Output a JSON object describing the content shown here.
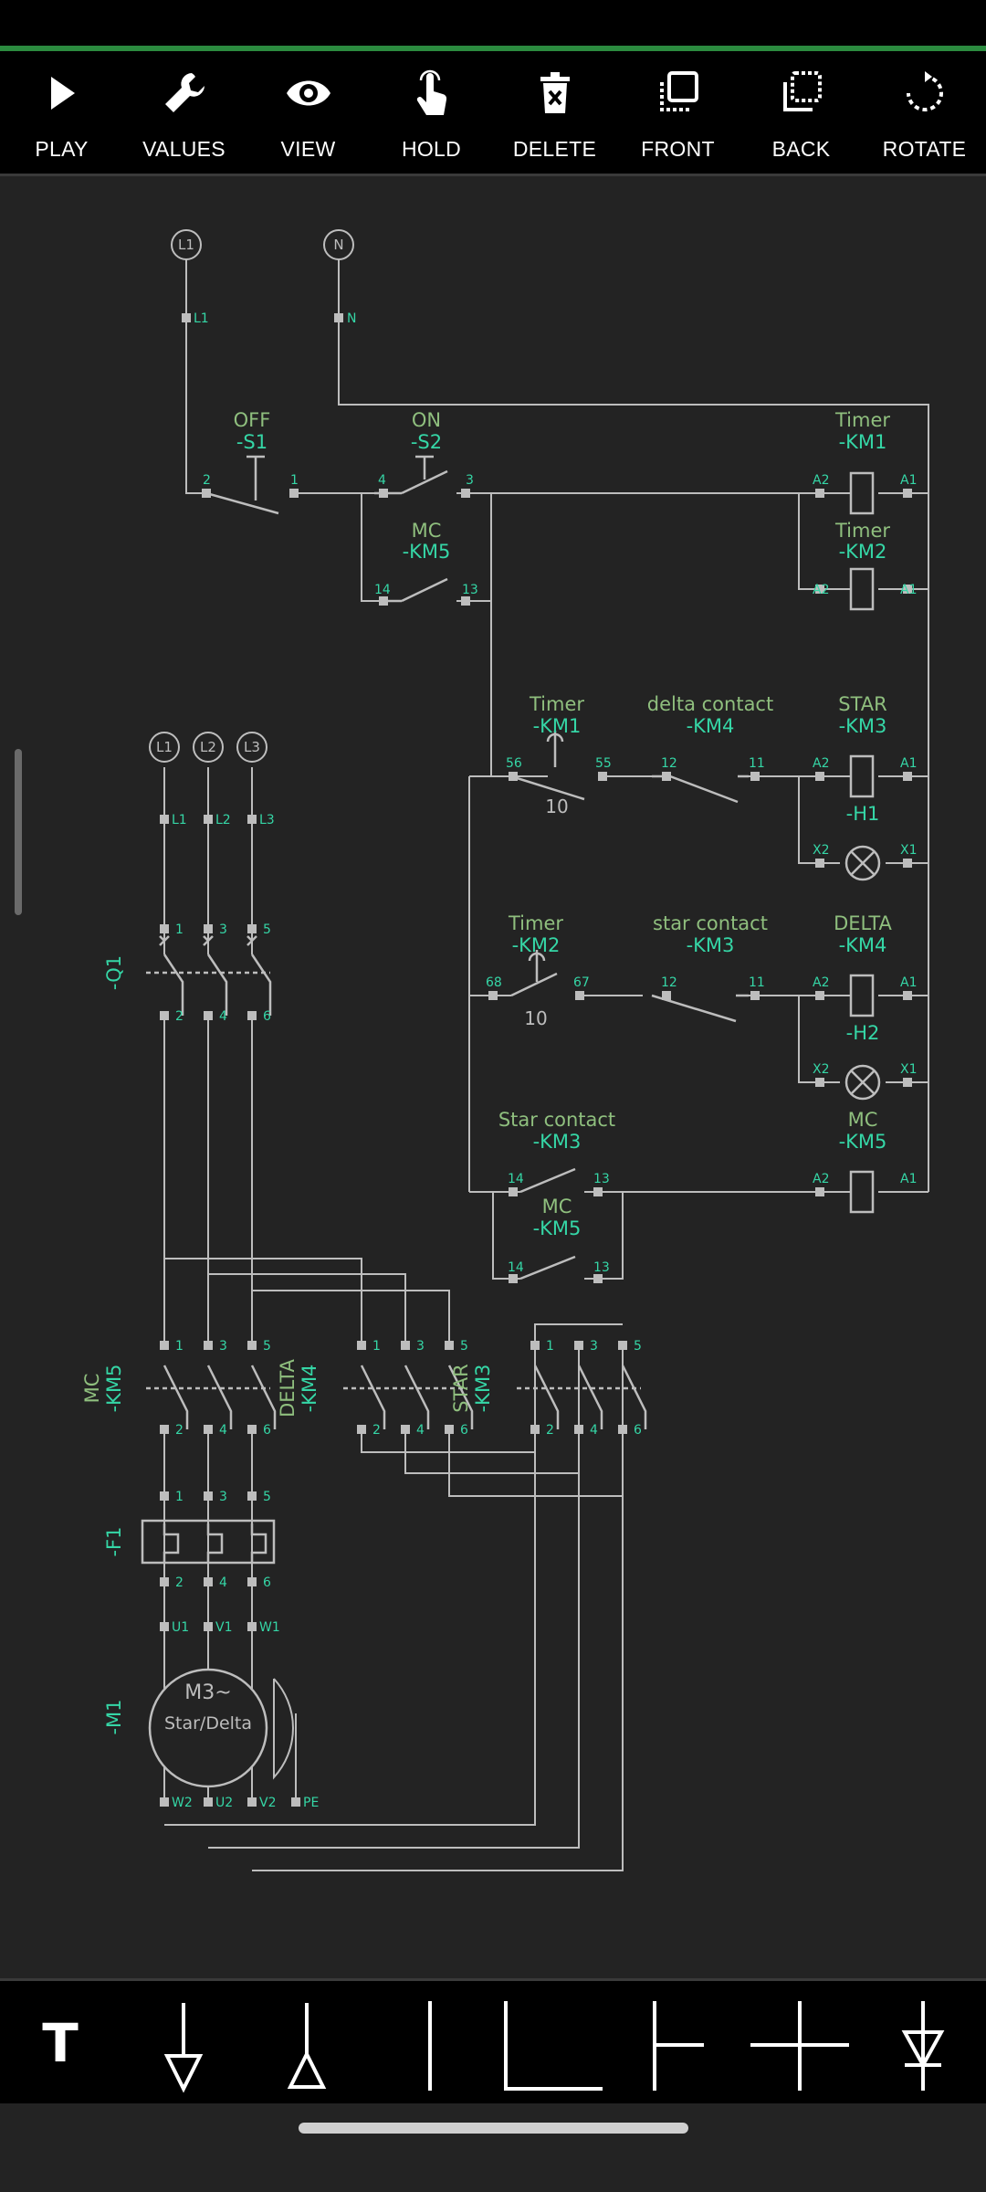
{
  "toolbar": {
    "play": "PLAY",
    "values": "VALUES",
    "view": "VIEW",
    "hold": "HOLD",
    "delete": "DELETE",
    "front": "FRONT",
    "back": "BACK",
    "rotate": "ROTATE"
  },
  "bottom_tools": {
    "text_tool": "T"
  },
  "circuit": {
    "supply": {
      "l1": "L1",
      "n": "N",
      "l2": "L2",
      "l3": "L3"
    },
    "s1": {
      "kind": "OFF",
      "tag": "-S1",
      "t1": "2",
      "t2": "1"
    },
    "s2": {
      "kind": "ON",
      "tag": "-S2",
      "t1": "4",
      "t2": "3"
    },
    "km5_hold": {
      "kind": "MC",
      "tag": "-KM5",
      "t1": "14",
      "t2": "13"
    },
    "km1_coil": {
      "kind": "Timer",
      "tag": "-KM1",
      "a2": "A2",
      "a1": "A1"
    },
    "km2_coil": {
      "kind": "Timer",
      "tag": "-KM2",
      "a2": "A2",
      "a1": "A1"
    },
    "km1_contact": {
      "kind": "Timer",
      "tag": "-KM1",
      "t1": "56",
      "t2": "55",
      "delay": "10"
    },
    "km4_interlock": {
      "kind": "delta contact",
      "tag": "-KM4",
      "t1": "12",
      "t2": "11"
    },
    "km3_coil": {
      "kind": "STAR",
      "tag": "-KM3",
      "a2": "A2",
      "a1": "A1"
    },
    "h1": {
      "tag": "-H1",
      "x2": "X2",
      "x1": "X1"
    },
    "km2_contact": {
      "kind": "Timer",
      "tag": "-KM2",
      "t1": "68",
      "t2": "67",
      "delay": "10"
    },
    "km3_interlock": {
      "kind": "star contact",
      "tag": "-KM3",
      "t1": "12",
      "t2": "11"
    },
    "km4_coil": {
      "kind": "DELTA",
      "tag": "-KM4",
      "a2": "A2",
      "a1": "A1"
    },
    "h2": {
      "tag": "-H2",
      "x2": "X2",
      "x1": "X1"
    },
    "km3_star_contact": {
      "kind": "Star contact",
      "tag": "-KM3",
      "t1": "14",
      "t2": "13"
    },
    "km5_coil": {
      "kind": "MC",
      "tag": "-KM5",
      "a2": "A2",
      "a1": "A1"
    },
    "km5_lower": {
      "kind": "MC",
      "tag": "-KM5",
      "t1": "14",
      "t2": "13"
    },
    "q1": {
      "tag": "-Q1",
      "top": [
        "1",
        "3",
        "5"
      ],
      "bottom": [
        "2",
        "4",
        "6"
      ]
    },
    "km5_main": {
      "kind": "MC",
      "tag": "-KM5",
      "top": [
        "1",
        "3",
        "5"
      ],
      "bottom": [
        "2",
        "4",
        "6"
      ]
    },
    "km4_main": {
      "kind": "DELTA",
      "tag": "-KM4",
      "top": [
        "1",
        "3",
        "5"
      ],
      "bottom": [
        "2",
        "4",
        "6"
      ]
    },
    "km3_main": {
      "kind": "STAR",
      "tag": "-KM3",
      "top": [
        "1",
        "3",
        "5"
      ],
      "bottom": [
        "2",
        "4",
        "6"
      ]
    },
    "f1": {
      "tag": "-F1",
      "top": [
        "1",
        "3",
        "5"
      ],
      "bottom": [
        "2",
        "4",
        "6"
      ]
    },
    "m1": {
      "tag": "-M1",
      "line1": "M3~",
      "line2": "Star/Delta",
      "top": [
        "U1",
        "V1",
        "W1"
      ],
      "bottom": [
        "W2",
        "U2",
        "V2",
        "PE"
      ]
    }
  },
  "colors": {
    "background": "#232323",
    "toolbar": "#000000",
    "accent_green": "#2b8b3f",
    "wire": "#bdbdbd",
    "label_green": "#8fbf7e",
    "tag_teal": "#35d6a6"
  }
}
